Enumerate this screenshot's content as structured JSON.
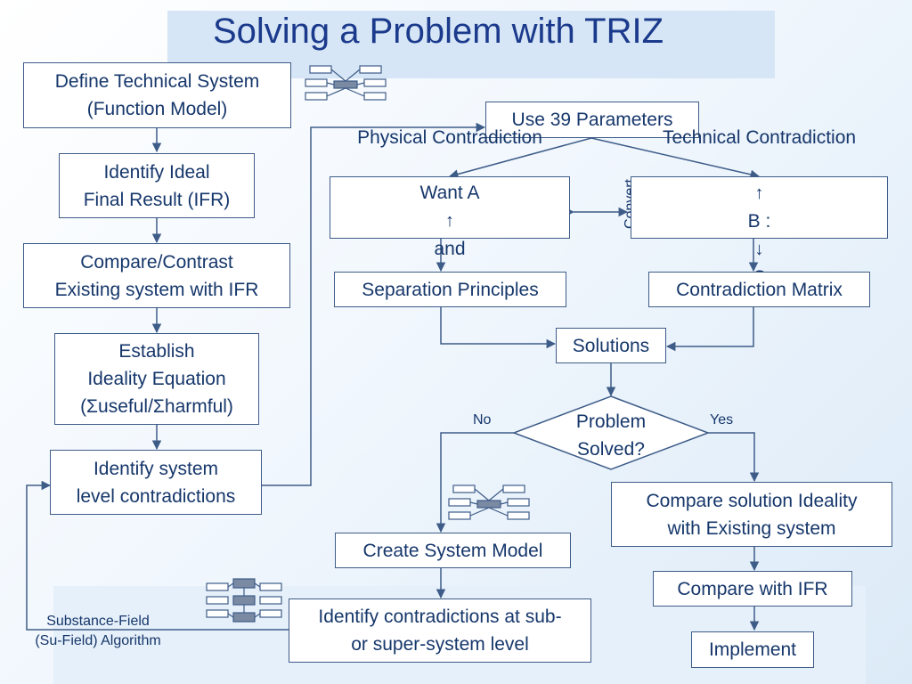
{
  "title": "Solving a Problem with TRIZ",
  "boxes": {
    "define": "Define Technical System\n(Function Model)",
    "ifr": "Identify Ideal\nFinal Result (IFR)",
    "compare_contrast": "Compare/Contrast\nExisting system with IFR",
    "ideality": "Establish\nIdeality Equation\n(Σuseful/Σharmful)",
    "system_contradictions": "Identify system\nlevel contradictions",
    "use39": "Use 39 Parameters",
    "physical_l1": "Physical Contradiction",
    "physical_l2_a": "Want  A",
    "physical_l2_b": "and",
    "technical_l1": "Technical Contradiction",
    "technical_l2_b": "B :",
    "technical_l2_c": "C",
    "separation": "Separation Principles",
    "matrix": "Contradiction Matrix",
    "solutions": "Solutions",
    "problem_solved": "Problem\nSolved?",
    "create_model": "Create System Model",
    "compare_solution": "Compare solution Ideality\nwith Existing system",
    "compare_ifr": "Compare with IFR",
    "sub_super": "Identify contradictions at sub-\nor super-system level",
    "implement": "Implement"
  },
  "labels": {
    "no": "No",
    "yes": "Yes",
    "convert": "Convert",
    "su_field": "Substance-Field\n(Su-Field) Algorithm"
  },
  "colors": {
    "text": "#16376b",
    "line": "#3e5c88",
    "title_band": "#d6e6f6",
    "bottom_band": "#e6f0fa",
    "icon_fill": "#7b8aa3"
  },
  "icons": [
    "function-model-icon",
    "function-model-icon",
    "su-field-model-icon"
  ]
}
